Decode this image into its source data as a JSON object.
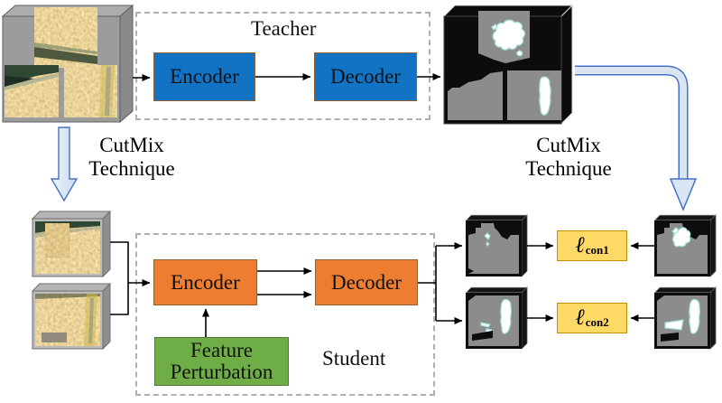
{
  "teacher": {
    "title": "Teacher",
    "encoder": "Encoder",
    "decoder": "Decoder"
  },
  "student": {
    "title": "Student",
    "encoder": "Encoder",
    "decoder": "Decoder",
    "perturbation_line1": "Feature",
    "perturbation_line2": "Perturbation"
  },
  "cutmix_left": {
    "line1": "CutMix",
    "line2": "Technique"
  },
  "cutmix_right": {
    "line1": "CutMix",
    "line2": "Technique"
  },
  "loss1": {
    "symbol": "ℓ",
    "sub": "con1"
  },
  "loss2": {
    "symbol": "ℓ",
    "sub": "con2"
  },
  "colors": {
    "teacher_block": "#1272C4",
    "student_block": "#ED7D31",
    "perturbation_block": "#6FAD47",
    "perturbation_border": "#597A2E",
    "block_border": "#8C6239",
    "loss_block": "#FFD966",
    "loss_border": "#BF9000",
    "flow_stroke": "#4472C4",
    "flow_fill": "#D9E5F3"
  }
}
